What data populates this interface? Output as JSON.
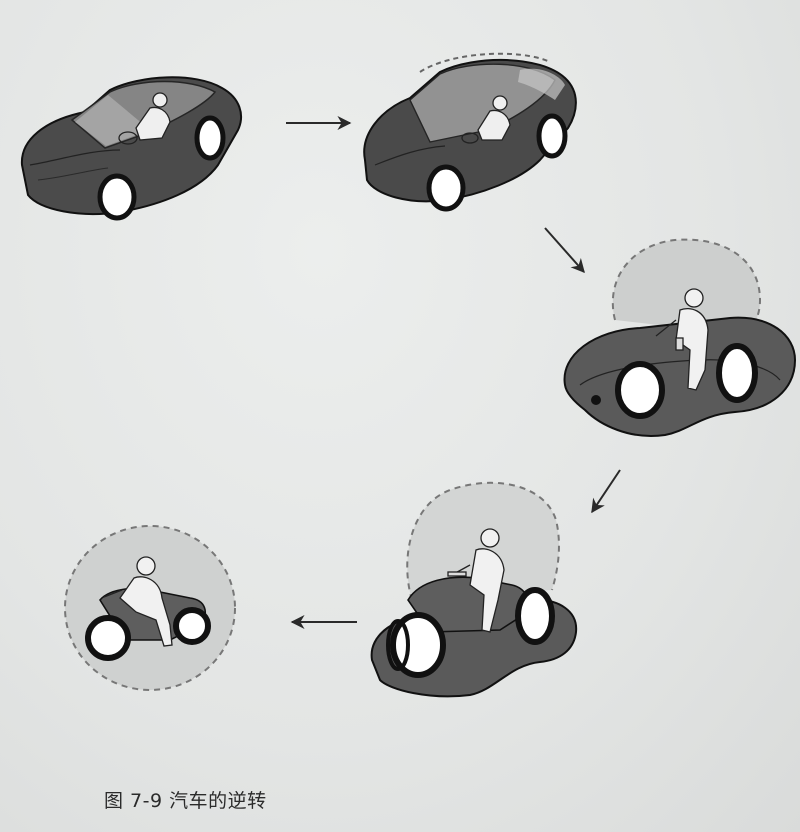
{
  "figure": {
    "caption": "图 7-9 汽车的逆转",
    "stages": [
      {
        "id": "stage-1-car",
        "subject": "car-with-driver"
      },
      {
        "id": "stage-2-pod-car",
        "subject": "narrow-car-with-driver"
      },
      {
        "id": "stage-3-open-pod",
        "subject": "open-pod-vehicle-with-rider"
      },
      {
        "id": "stage-4-quad",
        "subject": "open-quad-vehicle-with-rider"
      },
      {
        "id": "stage-5-motorcycle",
        "subject": "motorcycle-with-rider"
      }
    ],
    "colors": {
      "background": "#e4e6e5",
      "body_dark": "#4a4a4a",
      "body_mid": "#7c7c7c",
      "bubble": "#cfd1d0",
      "outline": "#111111",
      "dash": "#8a8a8a"
    }
  }
}
